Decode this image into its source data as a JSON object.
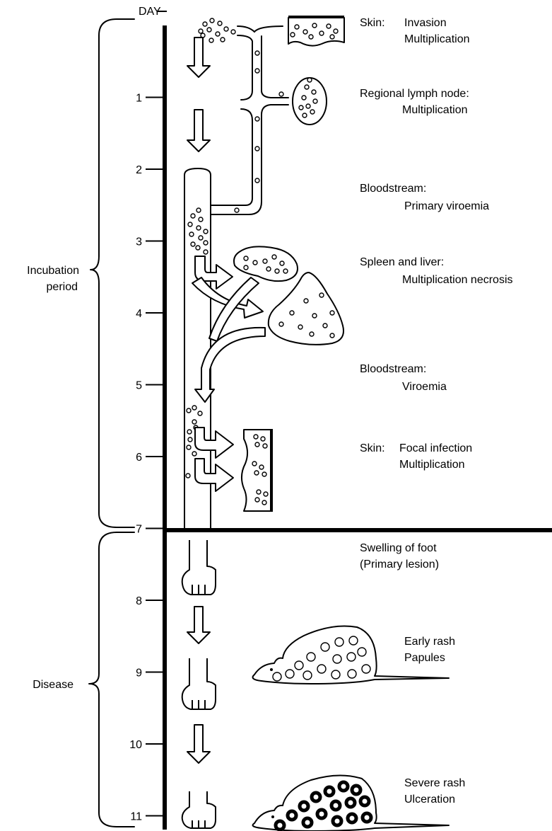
{
  "axis": {
    "title": "DAY",
    "ticks": [
      "1",
      "2",
      "3",
      "4",
      "5",
      "6",
      "7",
      "8",
      "9",
      "10",
      "11"
    ]
  },
  "phases": {
    "incubation": "Incubation\nperiod",
    "disease": "Disease"
  },
  "stages": [
    {
      "heading": "Skin:",
      "detail": "Invasion\nMultiplication"
    },
    {
      "heading": "Regional lymph node:",
      "detail": "Multiplication"
    },
    {
      "heading": "Bloodstream:",
      "detail": "Primary viroemia"
    },
    {
      "heading": "Spleen and liver:",
      "detail": "Multiplication necrosis"
    },
    {
      "heading": "Bloodstream:",
      "detail": "Viroemia"
    },
    {
      "heading": "Skin:",
      "detail": "Focal infection\nMultiplication"
    },
    {
      "heading": "",
      "detail": "Swelling of foot\n(Primary lesion)"
    },
    {
      "heading": "",
      "detail": "Early rash\nPapules"
    },
    {
      "heading": "",
      "detail": "Severe rash\nUlceration"
    }
  ]
}
